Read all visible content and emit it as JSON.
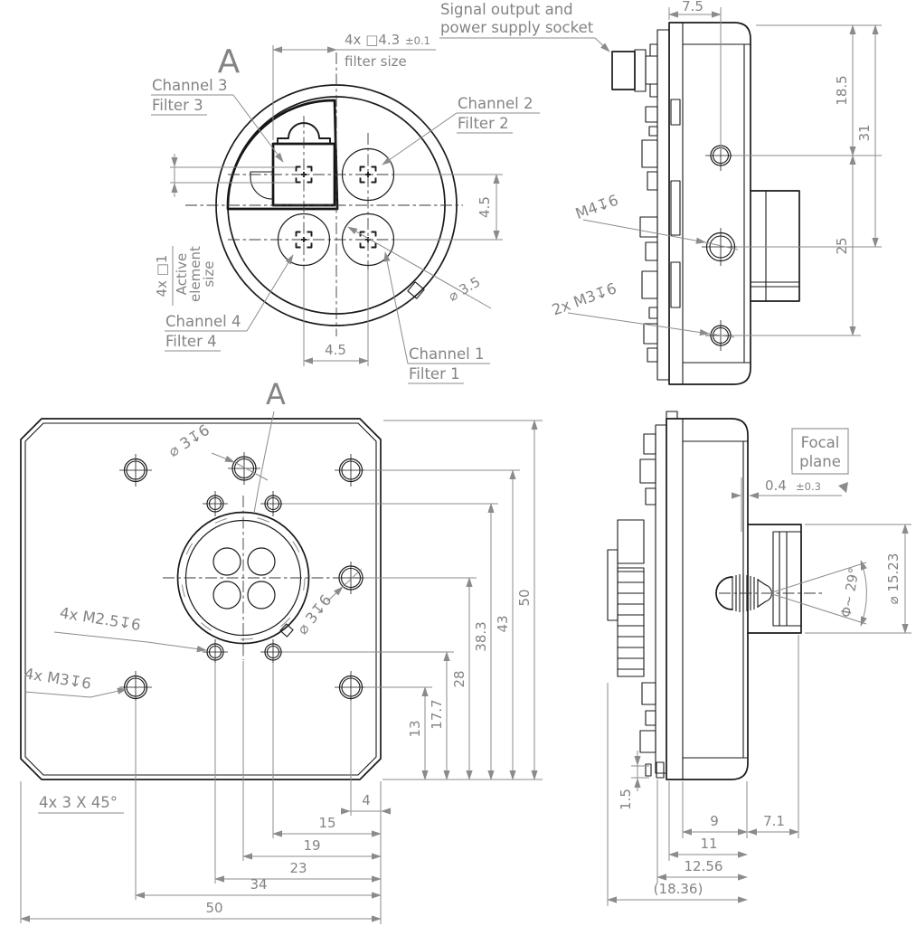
{
  "colors": {
    "part_line": "#1a1a1a",
    "dimension": "#8b8b8b",
    "background": "#ffffff"
  },
  "detail_view": {
    "view_label": "A",
    "ch1_name": "Channel 1",
    "ch1_filter": "Filter 1",
    "ch2_name": "Channel 2",
    "ch2_filter": "Filter 2",
    "ch3_name": "Channel 3",
    "ch3_filter": "Filter 3",
    "ch4_name": "Channel 4",
    "ch4_filter": "Filter 4",
    "filter_size_dim": "4x □4.3",
    "filter_size_tol": "±0.1",
    "filter_size_caption": "filter size",
    "active_dim": "4x □1",
    "active_cap1": "Active",
    "active_cap2": "element",
    "active_cap3": "size",
    "aperture_dia": "⌀ 3.5",
    "pitch_h": "4.5",
    "pitch_v": "4.5"
  },
  "top_side_view": {
    "socket_1": "Signal output and",
    "socket_2": "power supply socket",
    "w": "7.5",
    "h1": "18.5",
    "h2": "31",
    "h3": "25",
    "m4": "M4↧6",
    "m3": "2x M3↧6"
  },
  "front_view": {
    "view_label": "A",
    "dowel_top": "⌀ 3↧6",
    "dowel_right": "⌀ 3↧6",
    "m25": "4x M2.5↧6",
    "m3": "4x M3↧6",
    "chamfer": "4x 3 X 45°",
    "cb": [
      "4",
      "15",
      "19",
      "23",
      "34",
      "50"
    ],
    "cr": [
      "13",
      "17.7",
      "28",
      "38.3",
      "43",
      "50"
    ]
  },
  "bottom_side_view": {
    "fp1": "Focal",
    "fp2": "plane",
    "focal": "0.4",
    "focal_tol": "±0.3",
    "fov": "Φ~ 29°",
    "dia": "⌀ 15.23",
    "pin": "1.5",
    "c9": "9",
    "c71": "7.1",
    "c11": "11",
    "c1256": "12.56",
    "c1836": "(18.36)"
  }
}
